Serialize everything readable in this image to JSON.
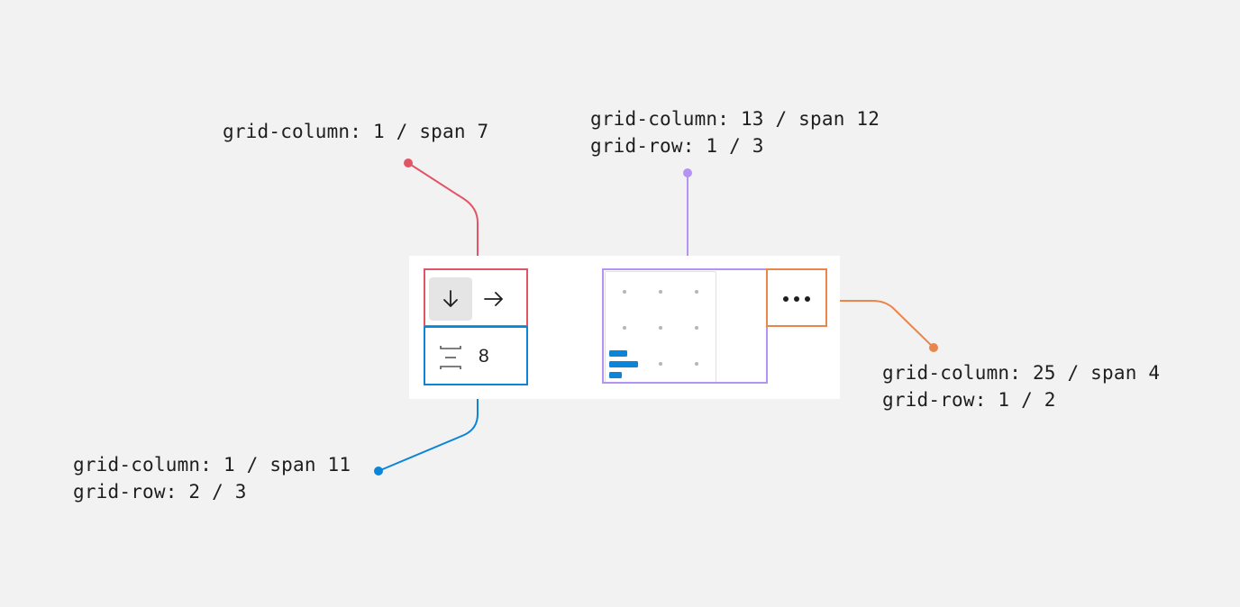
{
  "annotations": {
    "red": {
      "lines": [
        "grid-column: 1 / span 7"
      ],
      "color": "#e25567"
    },
    "purple": {
      "lines": [
        "grid-column: 13 / span 12",
        "grid-row: 1 / 3"
      ],
      "color": "#b493f2"
    },
    "orange": {
      "lines": [
        "grid-column: 25 / span 4",
        "grid-row: 1 / 2"
      ],
      "color": "#e9864d"
    },
    "blue": {
      "lines": [
        "grid-column: 1 / span 11",
        "grid-row: 2 / 3"
      ],
      "color": "#0c84d8"
    }
  },
  "controls": {
    "direction": {
      "options": [
        {
          "icon": "arrow-down-icon",
          "active": true
        },
        {
          "icon": "arrow-right-icon",
          "active": false
        }
      ]
    },
    "gap": {
      "icon": "vertical-gap-icon",
      "value": "8"
    },
    "alignment": {
      "rows": 3,
      "columns": 3,
      "selected": "bottom-left",
      "icon": "alignment-bars-icon"
    },
    "more": {
      "icon": "more-horizontal-icon"
    }
  },
  "colors": {
    "background": "#f2f2f2",
    "panel": "#ffffff",
    "active_fill": "#e5e5e5",
    "accent": "#0c84d8"
  }
}
